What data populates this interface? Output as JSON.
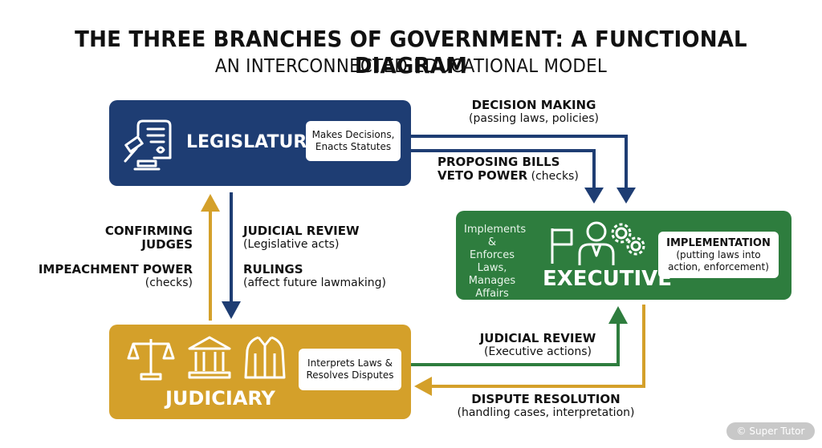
{
  "title": "THE THREE BRANCHES OF GOVERNMENT: A FUNCTIONAL DIAGRAM",
  "subtitle": "AN INTERCONNECTED EDUCATIONAL MODEL",
  "colors": {
    "legislature": "#1e3d73",
    "executive": "#2e7d3e",
    "judiciary": "#d4a02a"
  },
  "legislature": {
    "name": "LEGISLATURE",
    "role_line1": "Makes Decisions,",
    "role_line2": "Enacts Statutes",
    "icons": [
      "gavel-icon",
      "scroll-icon"
    ]
  },
  "executive": {
    "name": "EXECUTIVE",
    "role_lines": [
      "Implements",
      "& Enforces",
      "Laws,",
      "Manages",
      "Affairs"
    ],
    "pill_title": "IMPLEMENTATION",
    "pill_line1": "(putting laws into",
    "pill_line2": "action, enforcement)",
    "icons": [
      "flag-icon",
      "person-icon",
      "gears-icon"
    ]
  },
  "judiciary": {
    "name": "JUDICIARY",
    "role_line1": "Interprets Laws &",
    "role_line2": "Resolves Disputes",
    "icons": [
      "scales-icon",
      "courthouse-icon",
      "robe-icon"
    ]
  },
  "labels": {
    "decision_making": "DECISION MAKING",
    "decision_making_sub": "(passing laws, policies)",
    "proposing_bills": "PROPOSING BILLS",
    "veto_power": "VETO POWER",
    "veto_checks": " (checks)",
    "confirming": "CONFIRMING",
    "judges": "JUDGES",
    "impeachment": "IMPEACHMENT POWER",
    "impeachment_checks": "(checks)",
    "judicial_review_leg": "JUDICIAL REVIEW",
    "judicial_review_leg_sub": "(Legislative acts)",
    "rulings": "RULINGS",
    "rulings_sub": "(affect future lawmaking)",
    "judicial_review_exe": "JUDICIAL REVIEW",
    "judicial_review_exe_sub": "(Executive actions)",
    "dispute": "DISPUTE RESOLUTION",
    "dispute_sub": "(handling cases, interpretation)"
  },
  "watermark": "© Super Tutor"
}
